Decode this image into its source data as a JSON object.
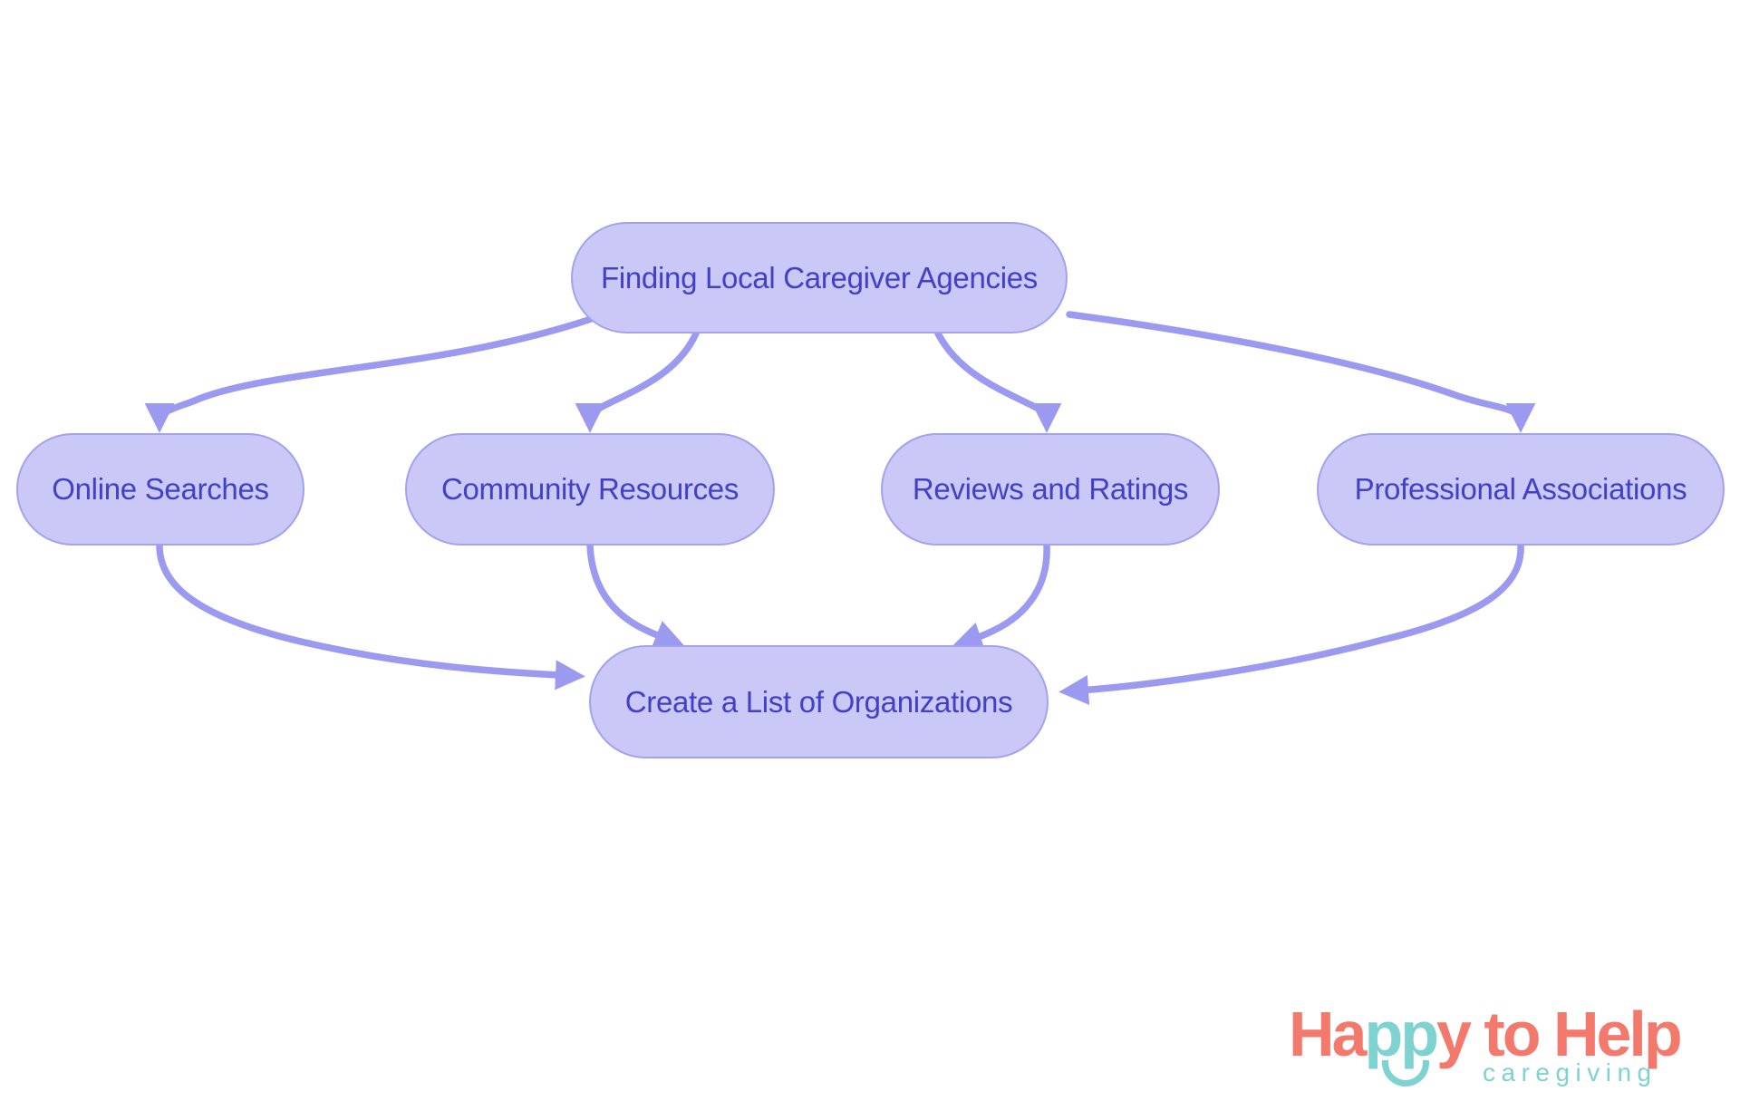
{
  "diagram": {
    "type": "flowchart",
    "direction": "top-down",
    "nodes": [
      {
        "id": "finding-local-caregiver-agencies",
        "label": "Finding Local Caregiver Agencies",
        "role": "root"
      },
      {
        "id": "online-searches",
        "label": "Online Searches",
        "role": "branch"
      },
      {
        "id": "community-resources",
        "label": "Community Resources",
        "role": "branch"
      },
      {
        "id": "reviews-and-ratings",
        "label": "Reviews and Ratings",
        "role": "branch"
      },
      {
        "id": "professional-associations",
        "label": "Professional Associations",
        "role": "branch"
      },
      {
        "id": "create-a-list-of-organizations",
        "label": "Create a List of Organizations",
        "role": "sink"
      }
    ],
    "edges": [
      {
        "from": "finding-local-caregiver-agencies",
        "to": "online-searches"
      },
      {
        "from": "finding-local-caregiver-agencies",
        "to": "community-resources"
      },
      {
        "from": "finding-local-caregiver-agencies",
        "to": "reviews-and-ratings"
      },
      {
        "from": "finding-local-caregiver-agencies",
        "to": "professional-associations"
      },
      {
        "from": "online-searches",
        "to": "create-a-list-of-organizations"
      },
      {
        "from": "community-resources",
        "to": "create-a-list-of-organizations"
      },
      {
        "from": "reviews-and-ratings",
        "to": "create-a-list-of-organizations"
      },
      {
        "from": "professional-associations",
        "to": "create-a-list-of-organizations"
      }
    ]
  },
  "colors": {
    "background": "#ffffff",
    "node_fill": "#c9c8f6",
    "node_border": "#a3a2ee",
    "node_text": "#4340c8",
    "arrow": "#9b9af0",
    "logo_coral": "#f2796b",
    "logo_teal": "#7ed2cf"
  },
  "logo": {
    "brand_part1": "Ha",
    "brand_part2": "pp",
    "brand_part3": "y",
    "brand_word2": "to",
    "brand_word3": "Help",
    "tagline": "caregiving"
  }
}
